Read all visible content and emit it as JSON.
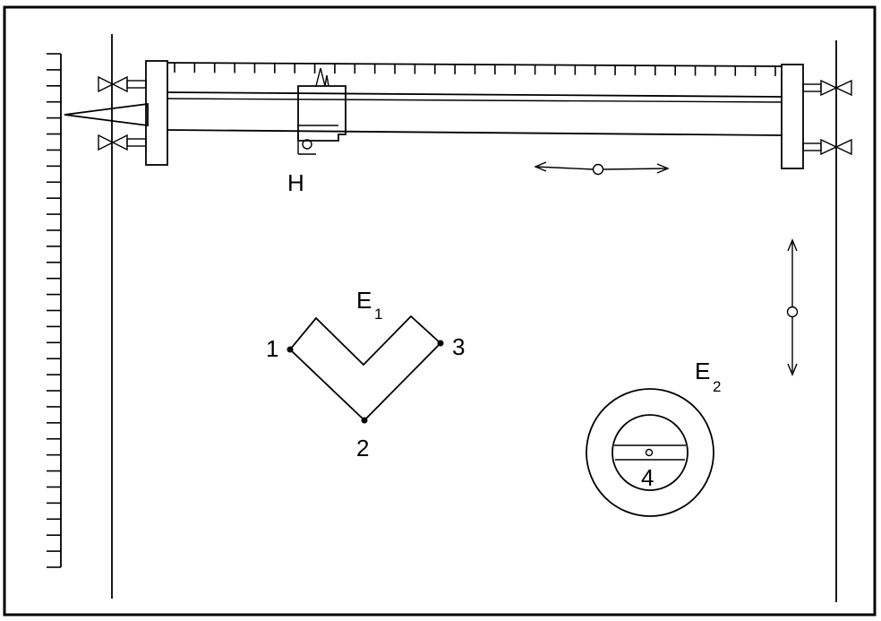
{
  "diagram": {
    "carriage_label": "H",
    "electrode_1": {
      "letter": "E",
      "subscript": "1"
    },
    "electrode_2": {
      "letter": "E",
      "subscript": "2"
    },
    "point_labels": [
      "1",
      "2",
      "3",
      "4"
    ],
    "ruler_tick_count": 33,
    "horizontal_scale_tick_count": 31
  },
  "colors": {
    "ink": "#000000",
    "paper": "#ffffff"
  }
}
